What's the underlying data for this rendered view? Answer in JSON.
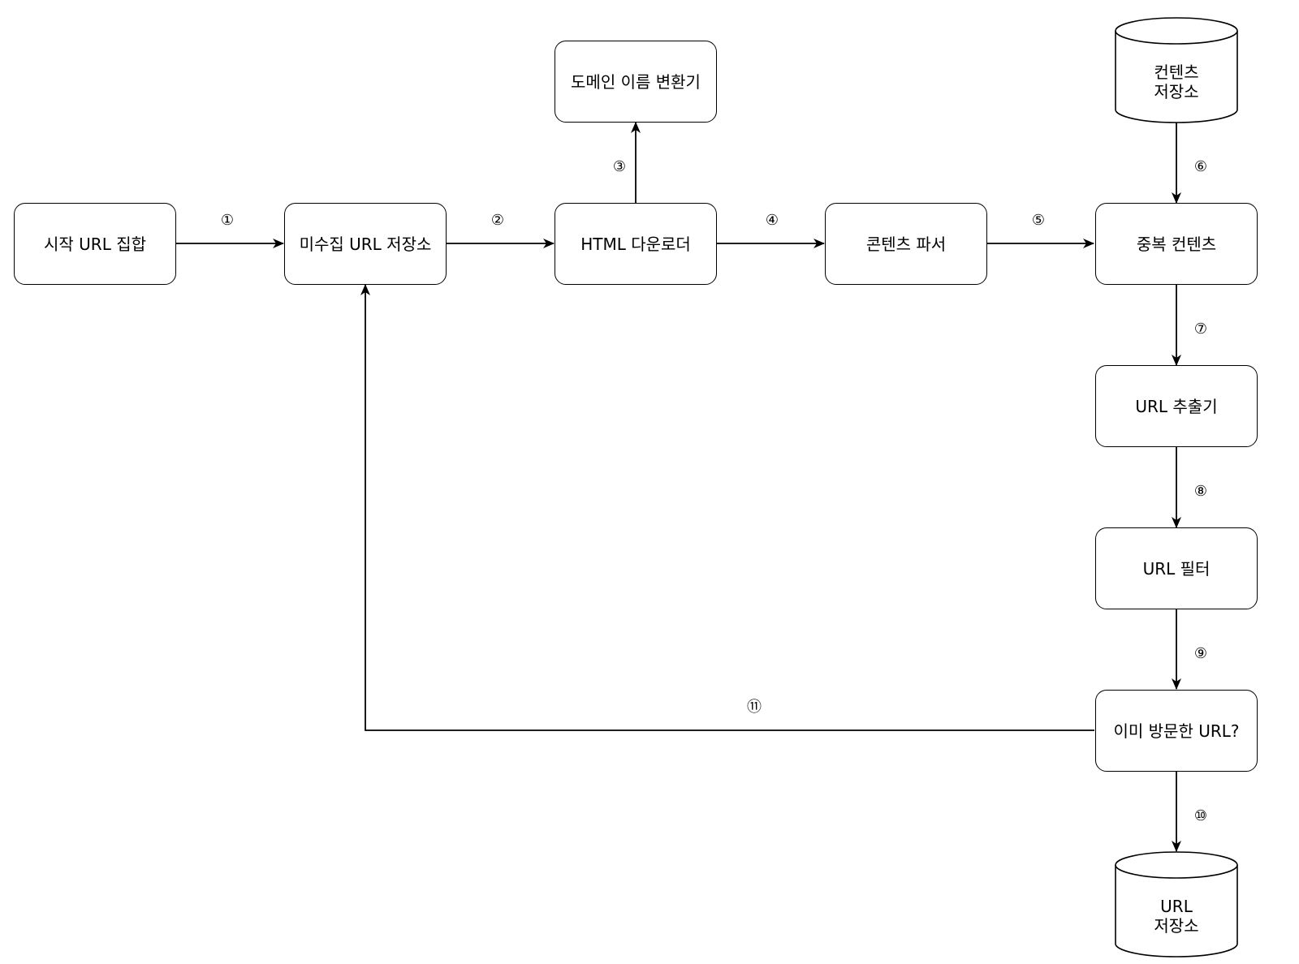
{
  "nodes": {
    "seed_urls": "시작 URL 집합",
    "url_frontier": "미수집 URL 저장소",
    "dns_resolver": "도메인 이름 변환기",
    "html_downloader": "HTML 다운로더",
    "content_parser": "콘텐츠 파서",
    "content_seen": "중복 컨텐츠",
    "content_storage": {
      "line1": "컨텐츠",
      "line2": "저장소"
    },
    "url_extractor": "URL 추출기",
    "url_filter": "URL 필터",
    "url_seen": "이미 방문한 URL?",
    "url_storage": {
      "line1": "URL",
      "line2": "저장소"
    }
  },
  "steps": [
    "①",
    "②",
    "③",
    "④",
    "⑤",
    "⑥",
    "⑦",
    "⑧",
    "⑨",
    "⑩",
    "⑪"
  ]
}
